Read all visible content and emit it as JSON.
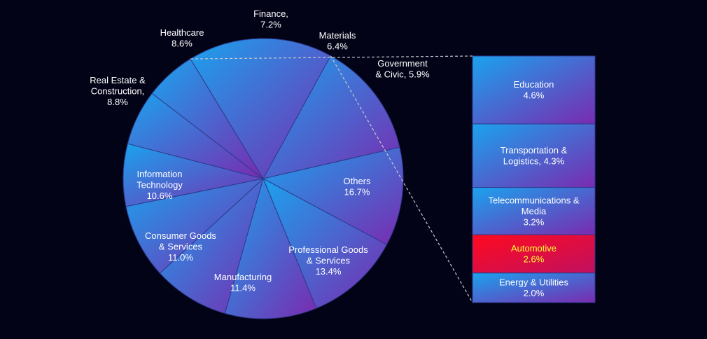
{
  "chart_data": {
    "type": "pie",
    "title": "",
    "pie": [
      {
        "label": [
          "Finance,",
          "7.2%"
        ],
        "value": 7.2
      },
      {
        "label": [
          "Materials",
          "6.4%"
        ],
        "value": 6.4
      },
      {
        "label": [
          "Government",
          "& Civic, 5.9%"
        ],
        "value": 5.9
      },
      {
        "label": [
          "Others",
          "16.7%"
        ],
        "value": 16.7
      },
      {
        "label": [
          "Professional Goods",
          "& Services",
          "13.4%"
        ],
        "value": 13.4
      },
      {
        "label": [
          "Manufacturing",
          "11.4%"
        ],
        "value": 11.4
      },
      {
        "label": [
          "Consumer Goods",
          "& Services",
          "11.0%"
        ],
        "value": 11.0
      },
      {
        "label": [
          "Information",
          "Technology",
          "10.6%"
        ],
        "value": 10.6
      },
      {
        "label": [
          "Real Estate &",
          "Construction,",
          "8.8%"
        ],
        "value": 8.8
      },
      {
        "label": [
          "Healthcare",
          "8.6%"
        ],
        "value": 8.6
      }
    ],
    "breakdown_of": "Others",
    "breakdown": [
      {
        "label": [
          "Education",
          "4.6%"
        ],
        "value": 4.6
      },
      {
        "label": [
          "Transportation &",
          "Logistics, 4.3%"
        ],
        "value": 4.3
      },
      {
        "label": [
          "Telecommunications &",
          "Media",
          "3.2%"
        ],
        "value": 3.2
      },
      {
        "label": [
          "Automotive",
          "2.6%"
        ],
        "value": 2.6,
        "highlight": true
      },
      {
        "label": [
          "Energy & Utilities",
          "2.0%"
        ],
        "value": 2.0
      }
    ],
    "colors": {
      "background": "#030318",
      "slice_light": "#1aa3ee",
      "slice_dark": "#7a2ab0",
      "highlight_light": "#ff0a1e",
      "highlight_dark": "#c01060",
      "highlight_text": "#ffff33",
      "text": "#ffffff",
      "connector": "#c8c8d0"
    }
  }
}
